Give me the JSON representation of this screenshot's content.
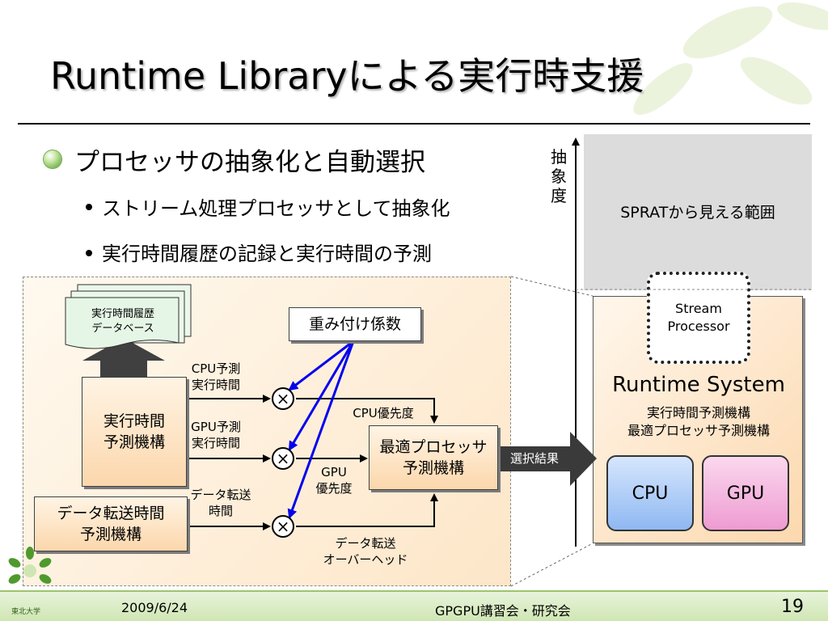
{
  "slide": {
    "title": "Runtime Libraryによる実行時支援",
    "bullet_main": "プロセッサの抽象化と自動選択",
    "bullet_sub_1": "ストリーム処理プロセッサとして抽象化",
    "bullet_sub_2": "実行時間履歴の記録と実行時間の予測"
  },
  "diagram": {
    "history_db": {
      "line1": "実行時間履歴",
      "line2": "データベース"
    },
    "weight": "重み付け係数",
    "exec_pred": {
      "line1": "実行時間",
      "line2": "予測機構"
    },
    "transfer_pred": {
      "line1": "データ転送時間",
      "line2": "予測機構"
    },
    "cpu_pred_time": {
      "line1": "CPU予測",
      "line2": "実行時間"
    },
    "gpu_pred_time": {
      "line1": "GPU予測",
      "line2": "実行時間"
    },
    "transfer_time": {
      "line1": "データ転送",
      "line2": "時間"
    },
    "mult_symbol": "×",
    "cpu_priority": "CPU優先度",
    "gpu_priority": {
      "line1": "GPU",
      "line2": "優先度"
    },
    "transfer_overhead": {
      "line1": "データ転送",
      "line2": "オーバーヘッド"
    },
    "optimal": {
      "line1": "最適プロセッサ",
      "line2": "予測機構"
    },
    "result": "選択結果"
  },
  "right": {
    "abstraction_axis": "抽象度",
    "sprat_label": "SPRATから見える範囲",
    "stream_processor": {
      "line1": "Stream",
      "line2": "Processor"
    },
    "runtime_title": "Runtime System",
    "runtime_sub1": "実行時間予測機構",
    "runtime_sub2": "最適プロセッサ予測機構",
    "cpu": "CPU",
    "gpu": "GPU"
  },
  "footer": {
    "date": "2009/6/24",
    "event": "GPGPU講習会・研究会",
    "page": "19",
    "logo_text": "東北大学"
  },
  "colors": {
    "arrow_blue": "#0000ee",
    "cpu_chip": "#9fc4f7",
    "gpu_chip": "#f3a8d8",
    "footer_green": "#cfe6b3"
  }
}
